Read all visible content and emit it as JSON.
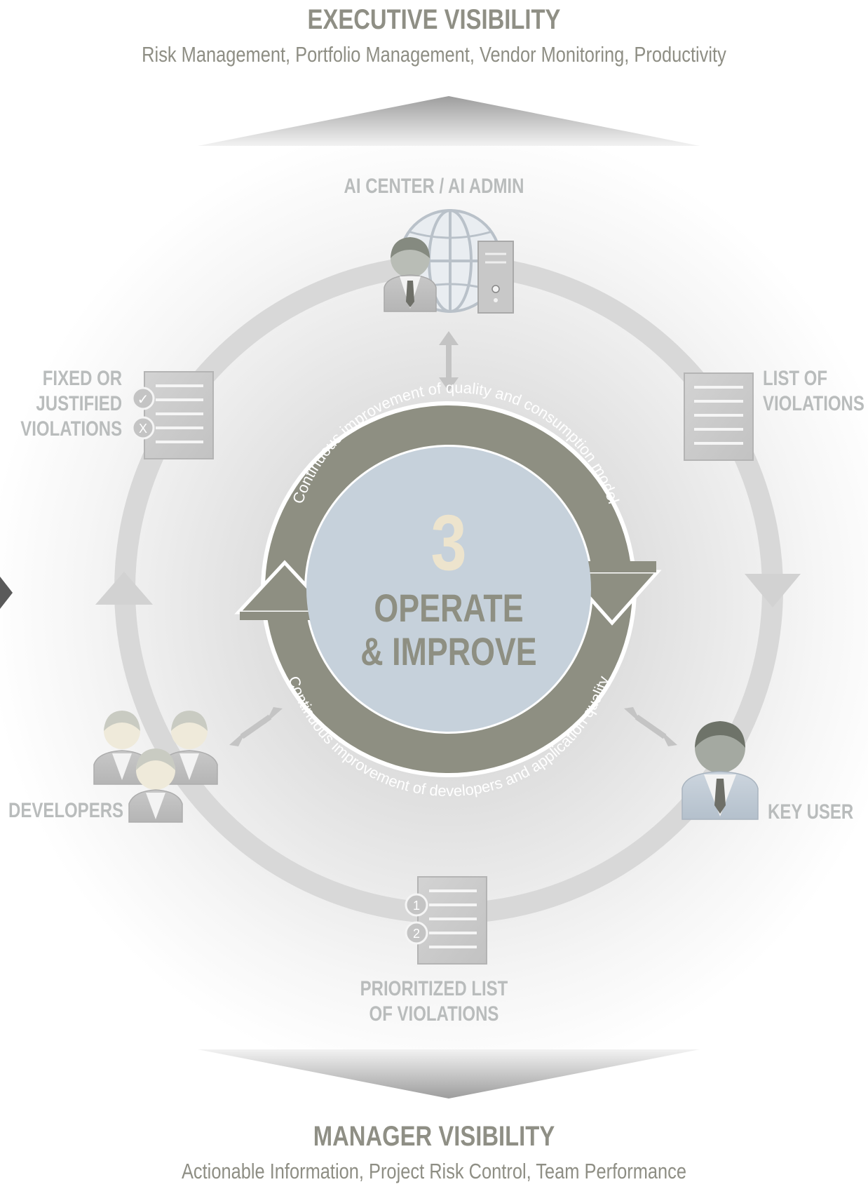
{
  "header": {
    "title": "EXECUTIVE VISIBILITY",
    "subtitle": "Risk Management, Portfolio Management, Vendor Monitoring, Productivity"
  },
  "footer": {
    "title": "MANAGER VISIBILITY",
    "subtitle": "Actionable Information, Project Risk Control, Team Performance"
  },
  "cycle": {
    "number": "3",
    "line1": "OPERATE",
    "line2": "& IMPROVE",
    "arc_top": "Continuous improvement of quality and consumption model",
    "arc_bottom": "Continuous improvement of developers and application quality"
  },
  "nodes": {
    "top": "AI CENTER / AI ADMIN",
    "right_top": [
      "LIST OF",
      "VIOLATIONS"
    ],
    "right_bottom": "KEY USER",
    "bottom": [
      "PRIORITIZED LIST",
      "OF VIOLATIONS"
    ],
    "left_bottom": "DEVELOPERS",
    "left_top": [
      "FIXED OR",
      "JUSTIFIED",
      "VIOLATIONS"
    ]
  },
  "badges": {
    "check": "✓",
    "cross": "X",
    "one": "1",
    "two": "2"
  },
  "colors": {
    "heading": "#8f8f85",
    "label": "#b9bcbc",
    "arrow_band": "#8e8f82",
    "center_disc": "#c6d1db",
    "ring": "#dcdcdc"
  }
}
